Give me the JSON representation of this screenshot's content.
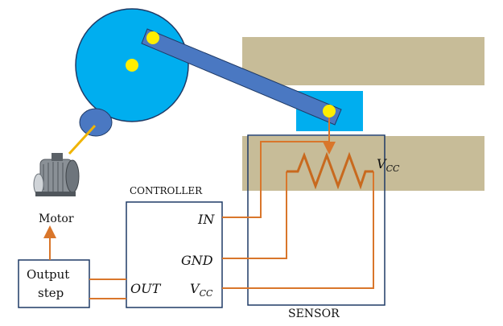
{
  "labels": {
    "motor": "Motor",
    "controller": "CONTROLLER",
    "sensor": "SENSOR",
    "output_line1": "Output",
    "output_line2": "step",
    "port_in": "IN",
    "port_gnd": "GND",
    "port_out": "OUT",
    "port_vcc_main": "V",
    "port_vcc_sub": "CC",
    "resistor_vcc_main": "V",
    "resistor_vcc_sub": "CC"
  },
  "colors": {
    "wheel": "#00aeef",
    "bar": "#4a78c2",
    "pivot": "#ffee00",
    "rail": "#c7bc98",
    "slider": "#00aeef",
    "wire": "#d9762b",
    "box_border": "#1f3a66",
    "resistor": "#c8691e"
  },
  "icons": {
    "motor": "electric-motor-icon"
  }
}
